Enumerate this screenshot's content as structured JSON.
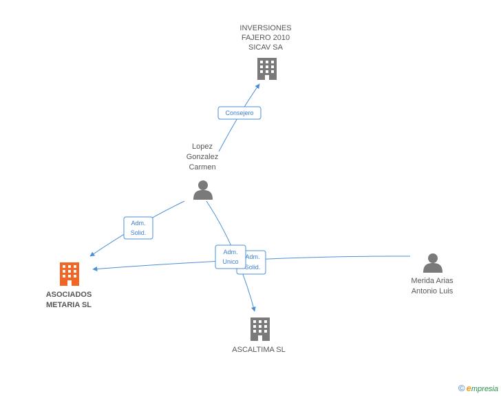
{
  "nodes": {
    "inversiones": {
      "lines": [
        "INVERSIONES",
        "FAJERO 2010",
        "SICAV SA"
      ],
      "type": "company",
      "color": "#7a7a7a"
    },
    "lopez": {
      "lines": [
        "Lopez",
        "Gonzalez",
        "Carmen"
      ],
      "type": "person",
      "color": "#7a7a7a"
    },
    "asociados": {
      "lines": [
        "ASOCIADOS",
        "METARIA SL"
      ],
      "type": "company",
      "color": "#f26522"
    },
    "ascaltima": {
      "lines": [
        "ASCALTIMA SL"
      ],
      "type": "company",
      "color": "#7a7a7a"
    },
    "merida": {
      "lines": [
        "Merida Arias",
        "Antonio Luis"
      ],
      "type": "person",
      "color": "#7a7a7a"
    }
  },
  "edges": {
    "consejero": {
      "lines": [
        "Consejero"
      ]
    },
    "adm_solid_1": {
      "lines": [
        "Adm.",
        "Solid."
      ]
    },
    "adm_unico": {
      "lines": [
        "Adm.",
        "Unico"
      ]
    },
    "adm_solid_2": {
      "lines": [
        "Adm.",
        "Solid."
      ]
    }
  },
  "colors": {
    "edge": "#4a8fd8",
    "accent": "#f26522",
    "icon": "#7a7a7a"
  },
  "brand": {
    "copyright": "©",
    "initial": "e",
    "name": "mpresia"
  }
}
